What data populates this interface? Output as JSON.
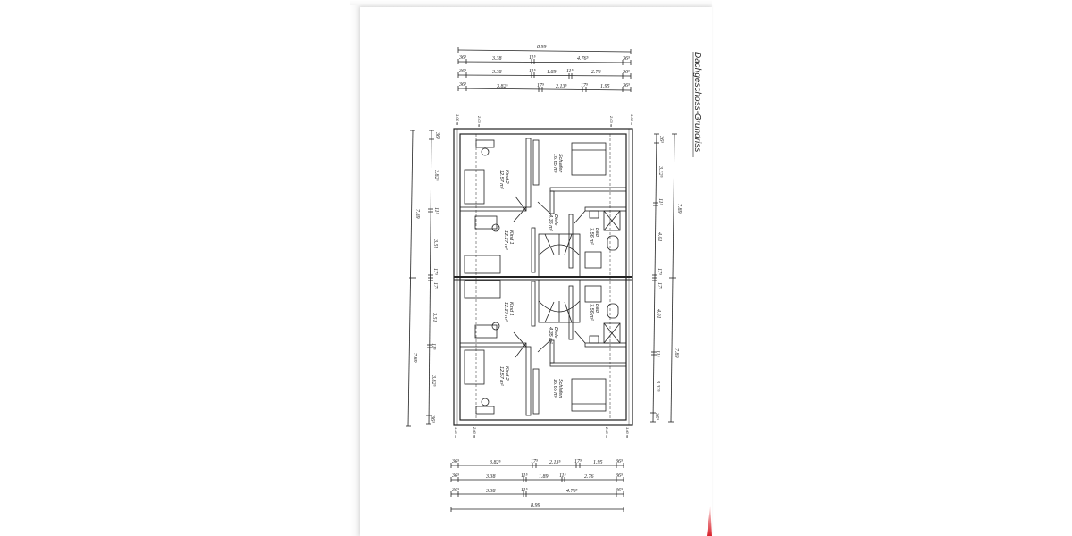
{
  "document": {
    "title": "Dachgeschoss-Grundriss",
    "colors": {
      "paper": "#ffffff",
      "ink": "#222222",
      "accent_red": "#d9212b"
    }
  },
  "dimensions": {
    "top": {
      "overall": "8.99",
      "row1": [
        "36⁵",
        "3.38",
        "11⁵",
        "4.76⁵",
        "36⁵"
      ],
      "row2": [
        "36⁵",
        "3.38",
        "11⁵",
        "1.89",
        "11⁵",
        "2.76",
        "36⁵"
      ],
      "row3": [
        "36⁵",
        "3.82⁵",
        "17⁵",
        "2.13⁵",
        "17⁵",
        "1.95",
        "36⁵"
      ]
    },
    "bottom": {
      "row3": [
        "36⁵",
        "3.82⁵",
        "17⁵",
        "2.13⁵",
        "17⁵",
        "1.95",
        "36⁵"
      ],
      "row2": [
        "36⁵",
        "3.38",
        "11⁵",
        "1.89",
        "11⁵",
        "2.76",
        "36⁵"
      ],
      "row1": [
        "36⁵",
        "3.38",
        "11⁵",
        "4.76⁵",
        "36⁵"
      ],
      "overall": "8.99"
    },
    "left": {
      "overall": [
        "7.89",
        "7.89"
      ],
      "detail": [
        "36⁵",
        "3.82⁵",
        "11⁵",
        "3.51",
        "17⁵",
        "17⁵",
        "3.51",
        "11⁵",
        "3.82⁵",
        "36⁵"
      ]
    },
    "right": {
      "overall": [
        "7.89",
        "7.89"
      ],
      "detail": [
        "36⁵",
        "3.32⁵",
        "11⁵",
        "4.01",
        "17⁵",
        "17⁵",
        "4.01",
        "11⁵",
        "3.32⁵",
        "36⁵"
      ]
    },
    "height_marks": [
      "1.00 m",
      "2.00 m",
      "2.00 m",
      "1.00 m"
    ]
  },
  "rooms": {
    "upper": [
      {
        "name": "Kind 2",
        "area": "12.57 m²"
      },
      {
        "name": "Schlafen",
        "area": "16.65 m²"
      },
      {
        "name": "Diele",
        "area": "4.35 m²"
      },
      {
        "name": "Kind 1",
        "area": "12.27 m²"
      },
      {
        "name": "Bad",
        "area": "7.56 m²"
      }
    ],
    "lower": [
      {
        "name": "Kind 1",
        "area": "12.27 m²"
      },
      {
        "name": "Bad",
        "area": "7.56 m²"
      },
      {
        "name": "Diele",
        "area": "4.35 m²"
      },
      {
        "name": "Kind 2",
        "area": "12.57 m²"
      },
      {
        "name": "Schlafen",
        "area": "16.65 m²"
      }
    ]
  }
}
